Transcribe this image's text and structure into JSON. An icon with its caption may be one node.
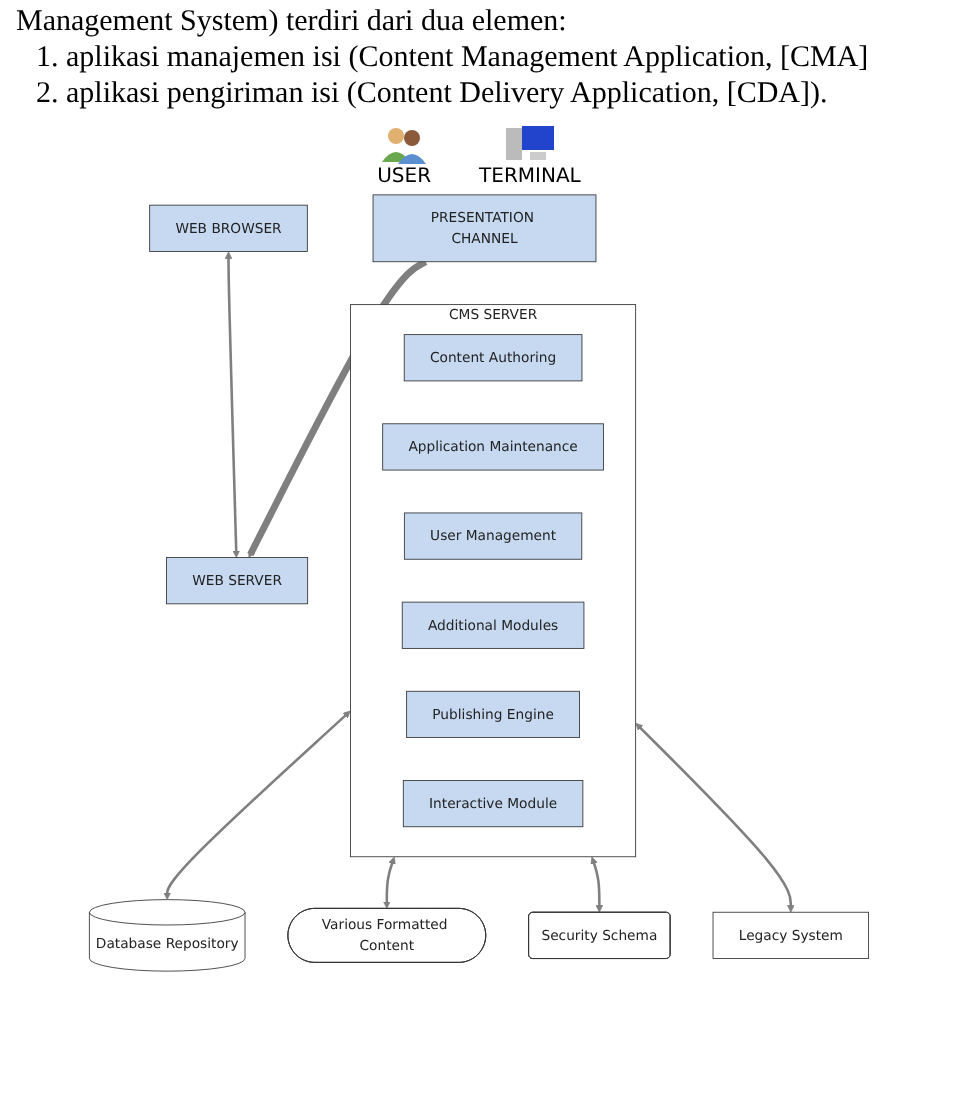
{
  "diagram": {
    "nodes": [
      {
        "text": [
          "WEB BROWSER"
        ]
      },
      {
        "text": [
          "WEB SERVER"
        ]
      },
      {
        "text": [
          "PRESENTATION CHANNEL"
        ]
      },
      {
        "text": [
          "CMS SERVER"
        ]
      },
      {
        "text": [
          "Content Authoring"
        ],
        "in": 3
      },
      {
        "text": [
          "Application Maintenance"
        ],
        "in": 3
      },
      {
        "text": [
          "User Management"
        ],
        "in": 3
      },
      {
        "text": [
          "Additional Modules"
        ],
        "in": 3
      },
      {
        "text": [
          "Publishing Engine"
        ],
        "in": 3
      },
      {
        "text": [
          "Interactive Module"
        ],
        "in": 3
      },
      {
        "text": [
          "Database Repository"
        ]
      },
      {
        "text": [
          "Various Formatted Content"
        ]
      },
      {
        "text": [
          "Security Schema"
        ]
      },
      {
        "text": [
          "Legacy System"
        ]
      }
    ],
    "edges": [
      {
        "from": 0,
        "to": 1,
        "arrow": "both"
      },
      {
        "from": 2,
        "to": 1,
        "arrow": "to",
        "style": "thick"
      },
      {
        "from": 3,
        "to": 10,
        "arrow": "both"
      },
      {
        "from": 3,
        "to": 11,
        "arrow": "both"
      },
      {
        "from": 3,
        "to": 12,
        "arrow": "both"
      },
      {
        "from": 3,
        "to": 13,
        "arrow": "both"
      }
    ],
    "labels": [
      "Management System) terdiri dari dua elemen:",
      "1. aplikasi manajemen isi (Content Management Application, [CMA]",
      "2. aplikasi pengiriman isi (Content Delivery Application, [CDA]).",
      "USER",
      "TERMINAL"
    ]
  }
}
